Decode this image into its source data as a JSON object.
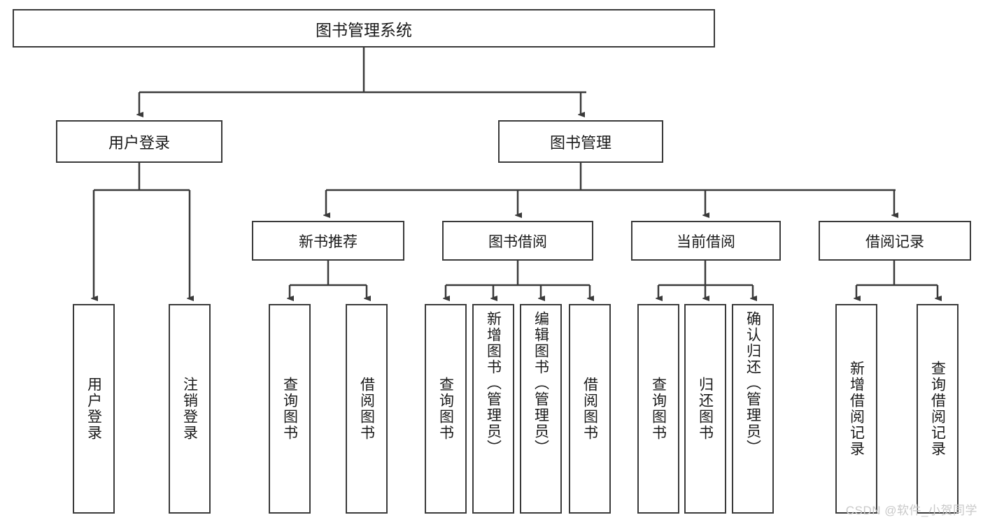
{
  "diagram": {
    "type": "hierarchy-tree",
    "title": "图书管理系统",
    "colors": {
      "background": "#ffffff",
      "box_border": "#3a3a3a",
      "box_fill": "#ffffff",
      "text": "#1a1a1a",
      "connector": "#3a3a3a",
      "watermark": "#c9c9c9"
    },
    "root": {
      "label": "图书管理系统"
    },
    "level1": [
      {
        "label": "用户登录"
      },
      {
        "label": "图书管理"
      }
    ],
    "level2": [
      {
        "label": "新书推荐"
      },
      {
        "label": "图书借阅"
      },
      {
        "label": "当前借阅"
      },
      {
        "label": "借阅记录"
      }
    ],
    "leaves": {
      "user_login": [
        {
          "label": "用户登录"
        },
        {
          "label": "注销登录"
        }
      ],
      "new_book_recommend": [
        {
          "label": "查询图书"
        },
        {
          "label": "借阅图书"
        }
      ],
      "book_borrow": [
        {
          "label": "查询图书"
        },
        {
          "label": "新增图书（管理员）"
        },
        {
          "label": "编辑图书（管理员）"
        },
        {
          "label": "借阅图书"
        }
      ],
      "current_borrow": [
        {
          "label": "查询图书"
        },
        {
          "label": "归还图书"
        },
        {
          "label": "确认归还（管理员）"
        }
      ],
      "borrow_record": [
        {
          "label": "新增借阅记录"
        },
        {
          "label": "查询借阅记录"
        }
      ]
    },
    "watermark": "CSDN @软件_小贺同学"
  }
}
